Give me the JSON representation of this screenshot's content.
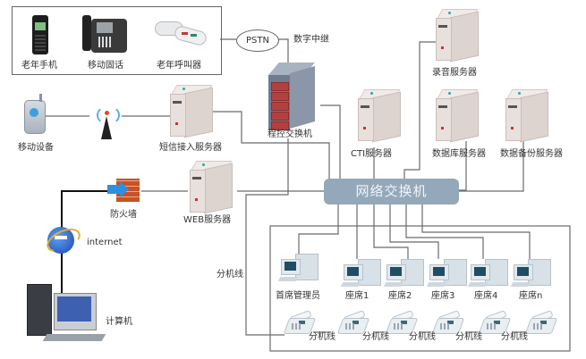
{
  "diagram": {
    "title": "",
    "core_switch": {
      "label": "网络交换机",
      "color": "#93a9ba"
    },
    "pstn": {
      "label": "PSTN",
      "link_label": "数字中继"
    },
    "pbx": {
      "label": "程控交换机"
    },
    "elderly_devices_group": {
      "items": [
        {
          "label": "老年手机",
          "icon": "mobile-phone-icon"
        },
        {
          "label": "移动固话",
          "icon": "desk-phone-icon"
        },
        {
          "label": "老年呼叫器",
          "icon": "pager-icon"
        }
      ]
    },
    "servers": {
      "recording": {
        "label": "录音服务器"
      },
      "cti": {
        "label": "CTI服务器"
      },
      "database": {
        "label": "数据库服务器"
      },
      "db_backup": {
        "label": "数据备份服务器"
      },
      "sms_gateway": {
        "label": "短信接入服务器"
      },
      "web": {
        "label": "WEB服务器"
      }
    },
    "mobile": {
      "device_label": "移动设备",
      "tower_icon": "cell-tower-icon"
    },
    "firewall": {
      "label": "防火墙"
    },
    "internet": {
      "label": "internet"
    },
    "computer": {
      "label": "计算机"
    },
    "extension_line_label": "分机线",
    "call_center": {
      "workstations": [
        {
          "label": "首席管理员"
        },
        {
          "label": "座席1"
        },
        {
          "label": "座席2"
        },
        {
          "label": "座席3"
        },
        {
          "label": "座席4"
        },
        {
          "label": "座席n"
        }
      ],
      "phone_link_labels": [
        "分机线",
        "分机线",
        "分机线",
        "分机线",
        "分机线"
      ]
    }
  }
}
